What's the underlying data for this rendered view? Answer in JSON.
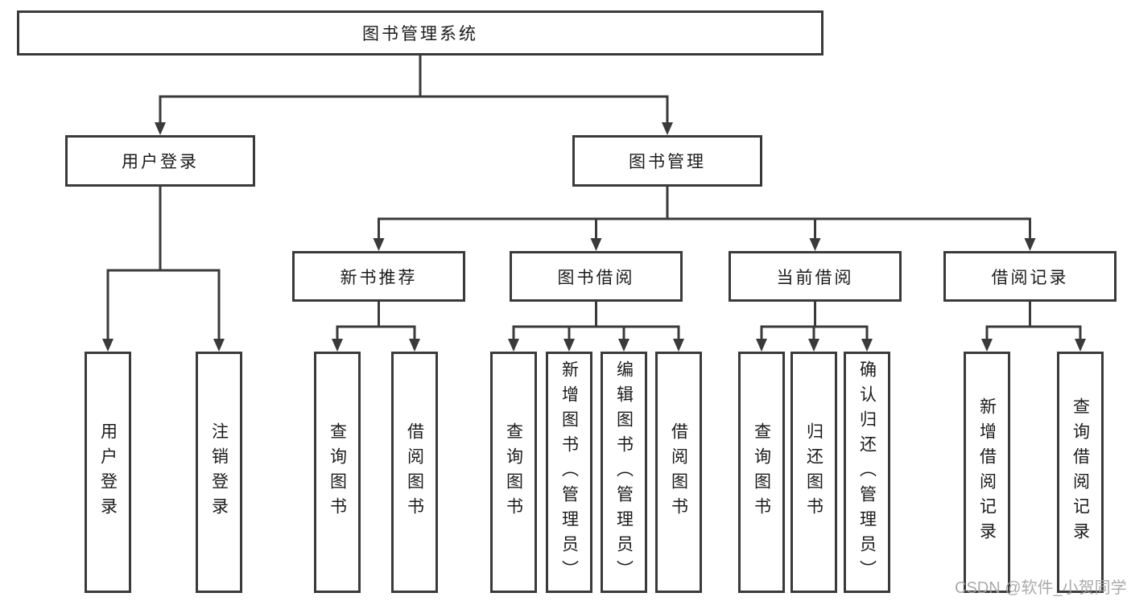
{
  "colors": {
    "line": "#3a3a3a",
    "node_border": "#3a3a3a",
    "node_background": "#ffffff",
    "text": "#1b1b1b",
    "watermark": "#a3a3a3",
    "page_background": "#ffffff"
  },
  "watermark": {
    "text": "CSDN @软件_小贺同学"
  },
  "tree": {
    "root": {
      "label": "图书管理系统",
      "children": [
        {
          "label": "用户登录",
          "children": [
            {
              "label": "用户登录"
            },
            {
              "label": "注销登录"
            }
          ]
        },
        {
          "label": "图书管理",
          "children": [
            {
              "label": "新书推荐",
              "children": [
                {
                  "label": "查询图书"
                },
                {
                  "label": "借阅图书"
                }
              ]
            },
            {
              "label": "图书借阅",
              "children": [
                {
                  "label": "查询图书"
                },
                {
                  "label": "新增图书（管理员）"
                },
                {
                  "label": "编辑图书（管理员）"
                },
                {
                  "label": "借阅图书"
                }
              ]
            },
            {
              "label": "当前借阅",
              "children": [
                {
                  "label": "查询图书"
                },
                {
                  "label": "归还图书"
                },
                {
                  "label": "确认归还（管理员）"
                }
              ]
            },
            {
              "label": "借阅记录",
              "children": [
                {
                  "label": "新增借阅记录"
                },
                {
                  "label": "查询借阅记录"
                }
              ]
            }
          ]
        }
      ]
    }
  }
}
